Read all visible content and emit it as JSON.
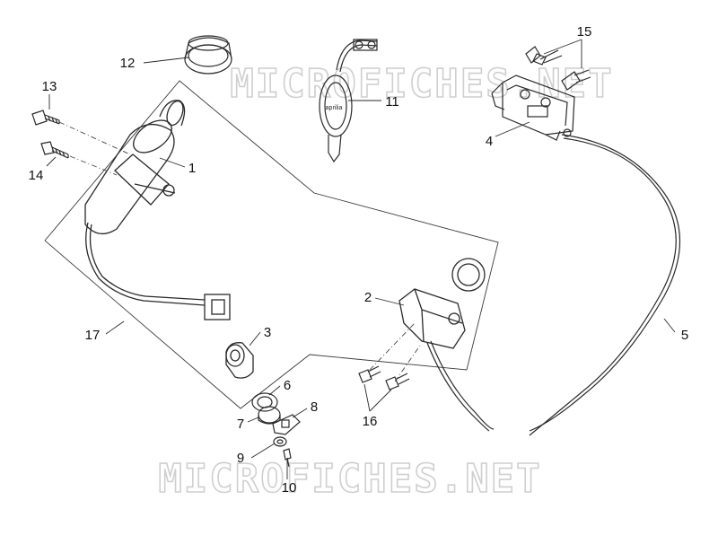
{
  "watermark": {
    "text": "MICROFICHES.NET"
  },
  "key_fob": {
    "brand_text": "aprilia"
  },
  "callouts": [
    {
      "id": "1",
      "text": "1"
    },
    {
      "id": "2",
      "text": "2"
    },
    {
      "id": "3",
      "text": "3"
    },
    {
      "id": "4",
      "text": "4"
    },
    {
      "id": "5",
      "text": "5"
    },
    {
      "id": "6",
      "text": "6"
    },
    {
      "id": "7",
      "text": "7"
    },
    {
      "id": "8",
      "text": "8"
    },
    {
      "id": "9",
      "text": "9"
    },
    {
      "id": "10",
      "text": "10"
    },
    {
      "id": "11",
      "text": "11"
    },
    {
      "id": "12",
      "text": "12"
    },
    {
      "id": "13",
      "text": "13"
    },
    {
      "id": "14",
      "text": "14"
    },
    {
      "id": "15",
      "text": "15"
    },
    {
      "id": "16",
      "text": "16"
    },
    {
      "id": "17",
      "text": "17"
    }
  ],
  "colors": {
    "line": "#2a2a2a",
    "callout_text": "#111111",
    "watermark": "#d0d0d0",
    "background": "#ffffff"
  }
}
